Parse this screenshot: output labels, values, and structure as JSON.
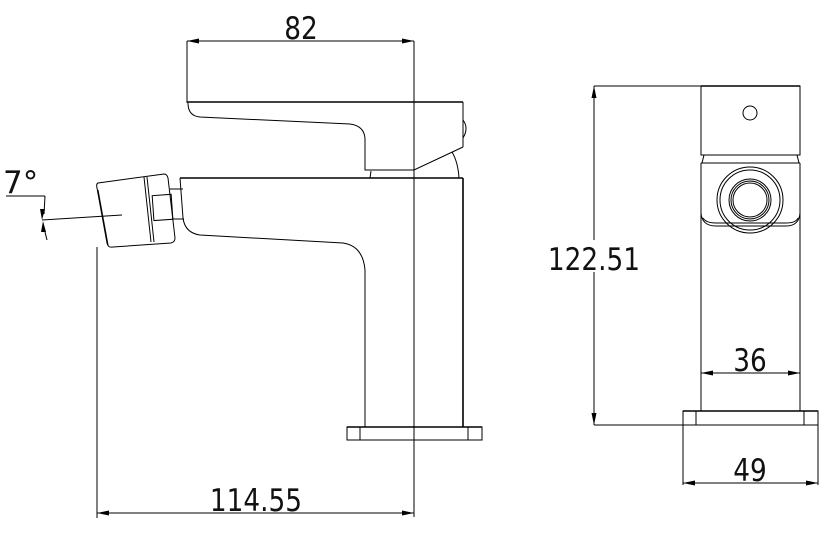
{
  "drawing": {
    "side_view": {
      "dim_handle_length": "82",
      "dim_total_length": "114.55",
      "dim_spout_angle": "7°"
    },
    "front_view": {
      "dim_height": "122.51",
      "dim_body_width": "36",
      "dim_base_width": "49"
    },
    "line_color": "#000000",
    "background_color": "#ffffff"
  }
}
